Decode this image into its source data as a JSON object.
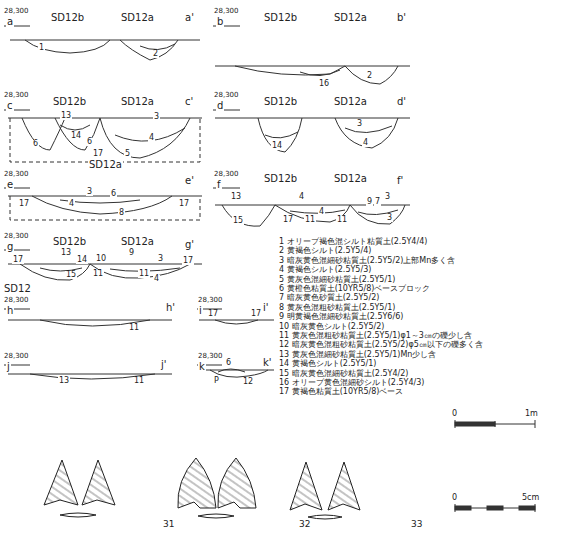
{
  "diagram": {
    "labels": [
      "28,300",
      "a",
      "SD12b",
      "SD12a",
      "a'",
      "1",
      "2",
      "28,300",
      "b",
      "SD12b",
      "SD12a",
      "b'",
      "16",
      "2",
      "28,300",
      "c",
      "SD12b",
      "SD12a",
      "c'",
      "13",
      "14",
      "6",
      "6",
      "3",
      "4",
      "17",
      "5",
      "28,300",
      "d",
      "SD12b",
      "SD12a",
      "d'",
      "3",
      "14",
      "4",
      "SD12a",
      "28,300",
      "e",
      "e'",
      "3",
      "6",
      "4",
      "8",
      "17",
      "17",
      "28,300",
      "f",
      "SD12b",
      "SD12a",
      "f'",
      "13",
      "4",
      "9",
      "7",
      "3",
      "15",
      "17",
      "11",
      "4",
      "11",
      "3",
      "28,300",
      "g",
      "SD12b",
      "SD12a",
      "g'",
      "17",
      "13",
      "14",
      "10",
      "9",
      "3",
      "17",
      "15",
      "11",
      "11",
      "4",
      "SD12",
      "28,300",
      "h",
      "h'",
      "11",
      "28,300",
      "i",
      "i'",
      "17",
      "17",
      "28,300",
      "j",
      "j'",
      "13",
      "11",
      "28,300",
      "k",
      "k'",
      "6",
      "P",
      "12",
      "1 オリーブ褐色混シルト粘質土(2.5Y4/4)",
      "2 黄褐色シルト(2.5Y5/4)",
      "3 暗灰黄色混細砂粘質土(2.5Y5/2)上部Mn多く含",
      "4 黄褐色シルト(2.5Y5/3)",
      "5 黄灰色混細砂粘質土(2.5Y5/1)",
      "6 黄橙色粘質土(10YR5/8)ベースブロック",
      "7 暗灰黄色砂質土(2.5Y5/2)",
      "8 黄灰色混粗砂粘質土(2.5Y5/1)",
      "9 明黄褐色混細砂粘質土(2.5Y6/6)",
      "10 暗灰黄色シルト(2.5Y5/2)",
      "11 黄灰色混粗砂粘質土(2.5Y5/1)φ1～3㎝の礫少し含",
      "12 暗灰黄色混粗砂粘質土(2.5Y5/2)φ5㎝以下の礫多く含",
      "13 黄灰色混細砂粘質土(2.5Y5/1)Mn少し含",
      "14 黄褐色シルト(2.5Y5/1)",
      "15 暗灰黄色混細砂粘質土(2.5Y4/2)",
      "16 オリーブ黄色混細砂シルト(2.5Y4/3)",
      "17 黄褐色粘質土(10YR5/8)ベース",
      "0",
      "1m",
      "0",
      "5cm",
      "31",
      "32",
      "33"
    ]
  }
}
